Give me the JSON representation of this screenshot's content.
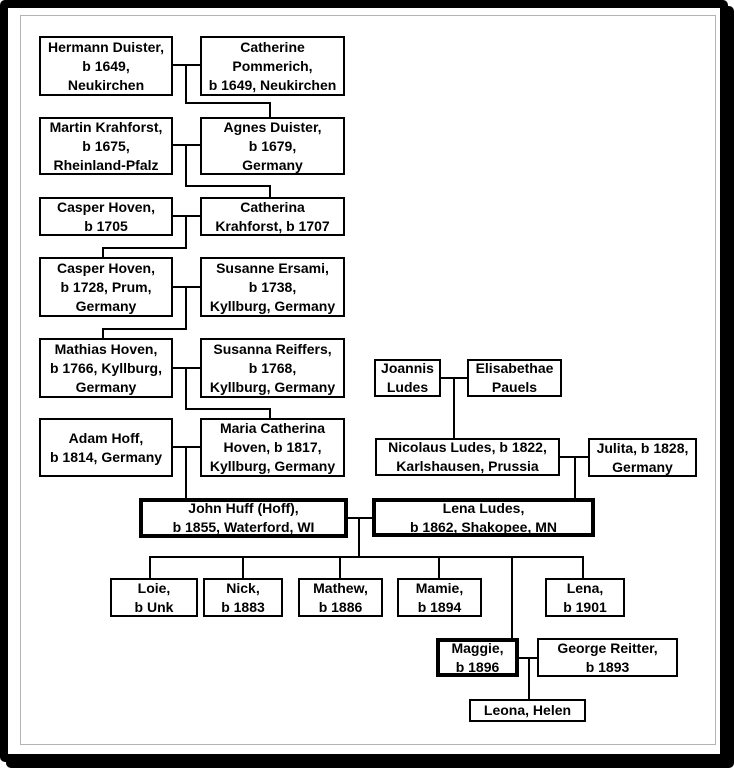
{
  "diagram": {
    "type": "family-tree",
    "colors": {
      "line": "#000000",
      "box_border": "#000000",
      "background": "#ffffff",
      "frame_border": "#b3b3b3",
      "outer_border": "#000000"
    },
    "people": {
      "hermann": {
        "lines": [
          "Hermann Duister,",
          "b 1649,",
          "Neukirchen"
        ],
        "emphasis": false
      },
      "catherine": {
        "lines": [
          "Catherine",
          "Pommerich,",
          "b 1649, Neukirchen"
        ],
        "emphasis": false
      },
      "martin": {
        "lines": [
          "Martin Krahforst,",
          "b 1675,",
          "Rheinland-Pfalz"
        ],
        "emphasis": false
      },
      "agnes": {
        "lines": [
          "Agnes Duister,",
          "b 1679,",
          "Germany"
        ],
        "emphasis": false
      },
      "casper_sr": {
        "lines": [
          "Casper Hoven,",
          "b 1705"
        ],
        "emphasis": false
      },
      "catherina": {
        "lines": [
          "Catherina",
          "Krahforst, b 1707"
        ],
        "emphasis": false
      },
      "casper_jr": {
        "lines": [
          "Casper Hoven,",
          "b 1728, Prum,",
          "Germany"
        ],
        "emphasis": false
      },
      "susanne": {
        "lines": [
          "Susanne Ersami,",
          "b 1738,",
          "Kyllburg, Germany"
        ],
        "emphasis": false
      },
      "mathias": {
        "lines": [
          "Mathias Hoven,",
          "b 1766, Kyllburg,",
          "Germany"
        ],
        "emphasis": false
      },
      "susanna": {
        "lines": [
          "Susanna Reiffers,",
          "b 1768,",
          "Kyllburg, Germany"
        ],
        "emphasis": false
      },
      "adam": {
        "lines": [
          "Adam Hoff,",
          "b 1814, Germany"
        ],
        "emphasis": false
      },
      "maria": {
        "lines": [
          "Maria Catherina",
          "Hoven, b 1817,",
          "Kyllburg, Germany"
        ],
        "emphasis": false
      },
      "john": {
        "lines": [
          "John Huff (Hoff),",
          "b 1855, Waterford, WI"
        ],
        "emphasis": true
      },
      "joannis": {
        "lines": [
          "Joannis",
          "Ludes"
        ],
        "emphasis": false
      },
      "elisabethae": {
        "lines": [
          "Elisabethae",
          "Pauels"
        ],
        "emphasis": false
      },
      "nicolaus": {
        "lines": [
          "Nicolaus Ludes, b 1822,",
          "Karlshausen, Prussia"
        ],
        "emphasis": false
      },
      "julita": {
        "lines": [
          "Julita, b 1828,",
          "Germany"
        ],
        "emphasis": false
      },
      "lena": {
        "lines": [
          "Lena Ludes,",
          "b 1862, Shakopee, MN"
        ],
        "emphasis": true
      },
      "loie": {
        "lines": [
          "Loie,",
          "b Unk"
        ],
        "emphasis": false
      },
      "nick": {
        "lines": [
          "Nick,",
          "b 1883"
        ],
        "emphasis": false
      },
      "mathew": {
        "lines": [
          "Mathew,",
          "b 1886"
        ],
        "emphasis": false
      },
      "mamie": {
        "lines": [
          "Mamie,",
          "b 1894"
        ],
        "emphasis": false
      },
      "lena_1901": {
        "lines": [
          "Lena,",
          "b 1901"
        ],
        "emphasis": false
      },
      "maggie": {
        "lines": [
          "Maggie,",
          "b 1896"
        ],
        "emphasis": true
      },
      "george": {
        "lines": [
          "George Reitter,",
          "b 1893"
        ],
        "emphasis": false
      },
      "leona_helen": {
        "lines": [
          "Leona, Helen"
        ],
        "emphasis": false
      }
    },
    "relationships": [
      {
        "parents": [
          "Hermann Duister",
          "Catherine Pommerich"
        ],
        "children": [
          "Agnes Duister"
        ]
      },
      {
        "parents": [
          "Martin Krahforst",
          "Agnes Duister"
        ],
        "children": [
          "Catherina Krahforst"
        ]
      },
      {
        "parents": [
          "Casper Hoven (b 1705)",
          "Catherina Krahforst"
        ],
        "children": [
          "Casper Hoven (b 1728)"
        ]
      },
      {
        "parents": [
          "Casper Hoven (b 1728)",
          "Susanne Ersami"
        ],
        "children": [
          "Mathias Hoven"
        ]
      },
      {
        "parents": [
          "Mathias Hoven",
          "Susanna Reiffers"
        ],
        "children": [
          "Maria Catherina Hoven"
        ]
      },
      {
        "parents": [
          "Adam Hoff",
          "Maria Catherina Hoven"
        ],
        "children": [
          "John Huff (Hoff)"
        ]
      },
      {
        "parents": [
          "Joannis Ludes",
          "Elisabethae Pauels"
        ],
        "children": [
          "Nicolaus Ludes"
        ]
      },
      {
        "parents": [
          "Nicolaus Ludes",
          "Julita"
        ],
        "children": [
          "Lena Ludes"
        ]
      },
      {
        "parents": [
          "John Huff (Hoff)",
          "Lena Ludes"
        ],
        "children": [
          "Loie",
          "Nick",
          "Mathew",
          "Mamie",
          "Maggie",
          "Lena"
        ]
      },
      {
        "parents": [
          "Maggie",
          "George Reitter"
        ],
        "children": [
          "Leona",
          "Helen"
        ]
      }
    ]
  }
}
